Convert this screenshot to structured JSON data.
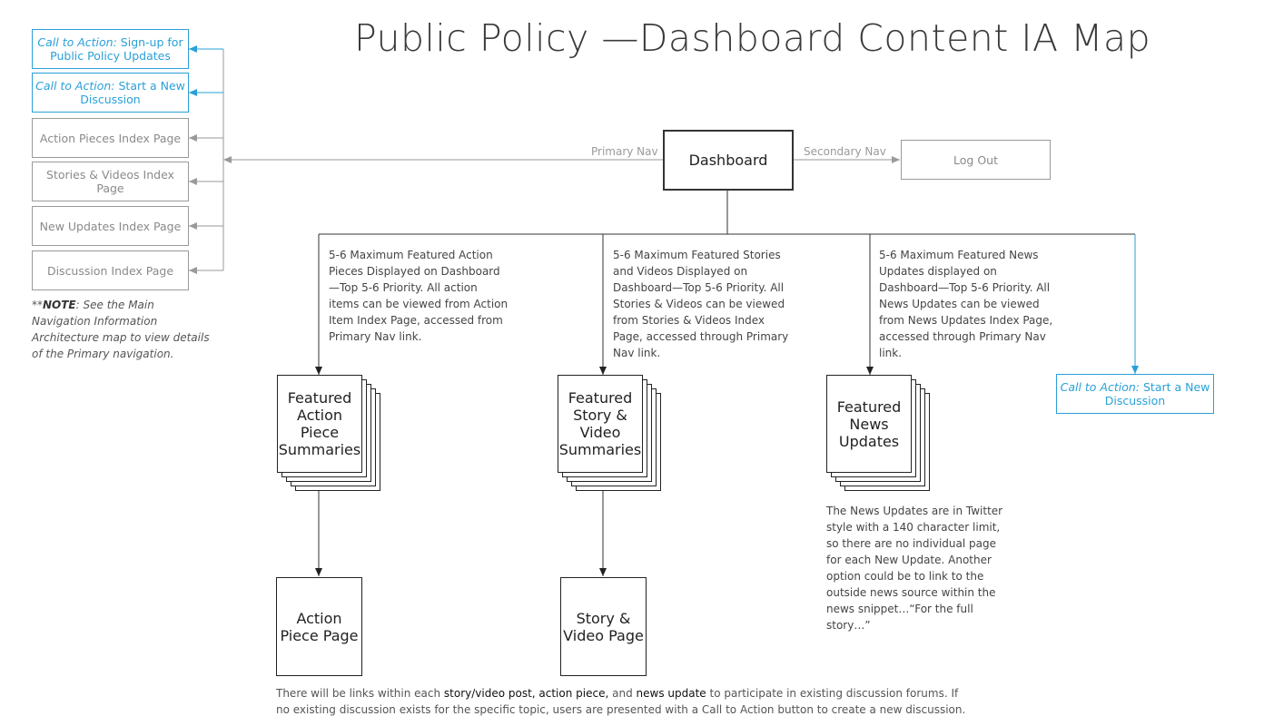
{
  "title": "Public Policy —Dashboard Content IA Map",
  "left_nav": {
    "cta_signup": {
      "prefix": "Call to Action:",
      "text": " Sign-up for Public Policy Updates"
    },
    "cta_discussion": {
      "prefix": "Call to Action:",
      "text": " Start a New Discussion"
    },
    "items": [
      "Action Pieces Index Page",
      "Stories & Videos Index Page",
      "New Updates Index Page",
      "Discussion Index Page"
    ],
    "note": {
      "prefix": "**",
      "bold": "NOTE",
      "text": ": See the Main Navigation Information Architecture map to view details of the Primary navigation."
    }
  },
  "primary_nav_label": "Primary Nav",
  "secondary_nav_label": "Secondary Nav",
  "dashboard_label": "Dashboard",
  "logout_label": "Log Out",
  "columns": {
    "action": {
      "desc": "5-6 Maximum Featured Action Pieces Displayed on Dashboard—Top 5-6 Priority. All action items can be viewed from Action Item Index Page, accessed from Primary Nav link.",
      "stack": "Featured Action Piece Summaries",
      "page": "Action Piece Page"
    },
    "story": {
      "desc": "5-6 Maximum Featured Stories and Videos Displayed on Dashboard—Top 5-6 Priority. All Stories & Videos can be viewed from Stories & Videos Index Page, accessed through Primary Nav link.",
      "stack": "Featured Story & Video Summaries",
      "page": "Story & Video Page"
    },
    "news": {
      "desc": "5-6 Maximum Featured News Updates displayed on Dashboard—Top 5-6 Priority. All News Updates can be viewed from News Updates Index Page, accessed through Primary Nav link.",
      "stack": "Featured News Updates",
      "note": "The News Updates are in Twitter style with a 140 character limit, so there are no individual page for each New Update. Another option could be to link to the outside news source within the news snippet…“For the full story…”"
    },
    "cta": {
      "prefix": "Call to Action:",
      "text": " Start a New Discussion"
    }
  },
  "footer": {
    "t1": "There will be links within each ",
    "b1": "story/video post, action piece,",
    "t2": " and ",
    "b2": "news update",
    "t3": " to participate in existing discussion forums. If no existing discussion exists for the specific topic, users are presented with a Call to Action button to create a new discussion."
  },
  "colors": {
    "accent": "#2aa0d8",
    "line": "#333333",
    "muted": "#9a9a9a"
  }
}
